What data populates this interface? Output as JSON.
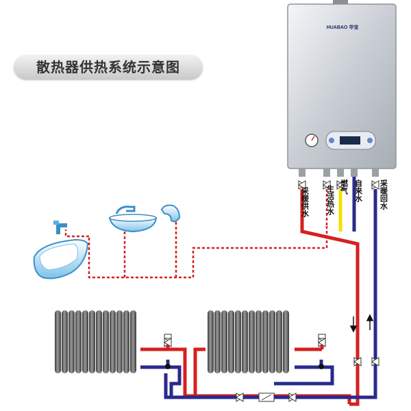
{
  "title": "散热器供热系统示意图",
  "boiler": {
    "brand": "HUABAO 华宝"
  },
  "pipe_labels": [
    {
      "id": "heating-supply",
      "text": "采暖供水"
    },
    {
      "id": "domestic-hot-water",
      "text": "生活热水"
    },
    {
      "id": "gas",
      "text": "燃气"
    },
    {
      "id": "tap-water",
      "text": "自来水"
    },
    {
      "id": "heating-return",
      "text": "采暖回水"
    }
  ],
  "colors": {
    "hot_water": "#d62020",
    "cold_water": "#2a2a8c",
    "gas": "#f3e100",
    "fixture_blue": "#5aaee0",
    "radiator": "#555555"
  },
  "icons": [
    "boiler-icon",
    "bathtub-icon",
    "sink-icon",
    "shower-head-icon",
    "faucet-icon",
    "radiator-icon",
    "valve-icon",
    "check-valve-icon",
    "flow-arrow-icon"
  ]
}
